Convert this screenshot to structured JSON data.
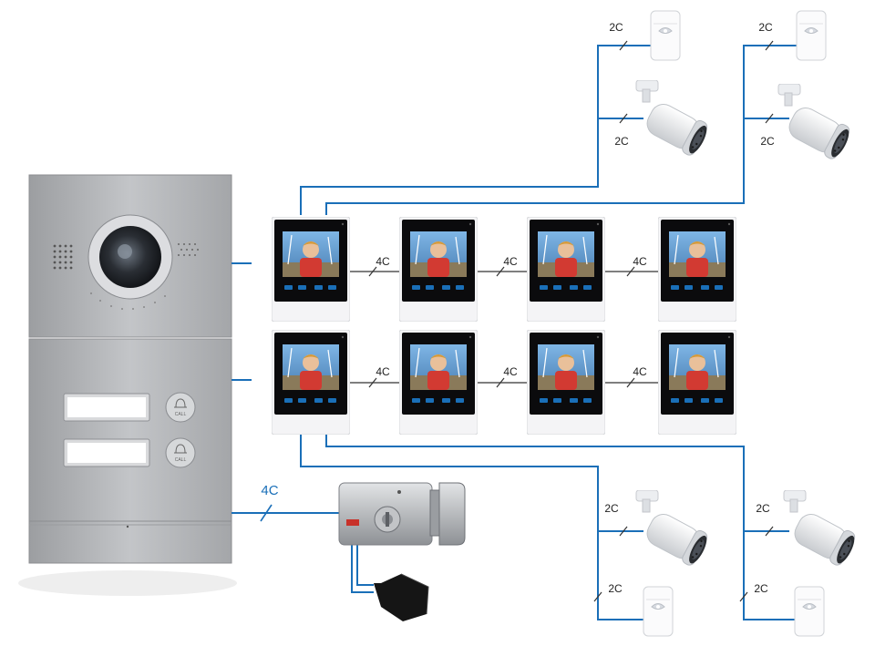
{
  "wire_labels": {
    "sensor": "2C",
    "camera": "2C",
    "monitor_link": "4C",
    "lock": "4C"
  },
  "doorbell": {
    "call_button_text": "CALL"
  },
  "colors": {
    "wire": "#1a6fb8",
    "monitor_body": "#f4f4f6",
    "panel": "#a9abae"
  }
}
